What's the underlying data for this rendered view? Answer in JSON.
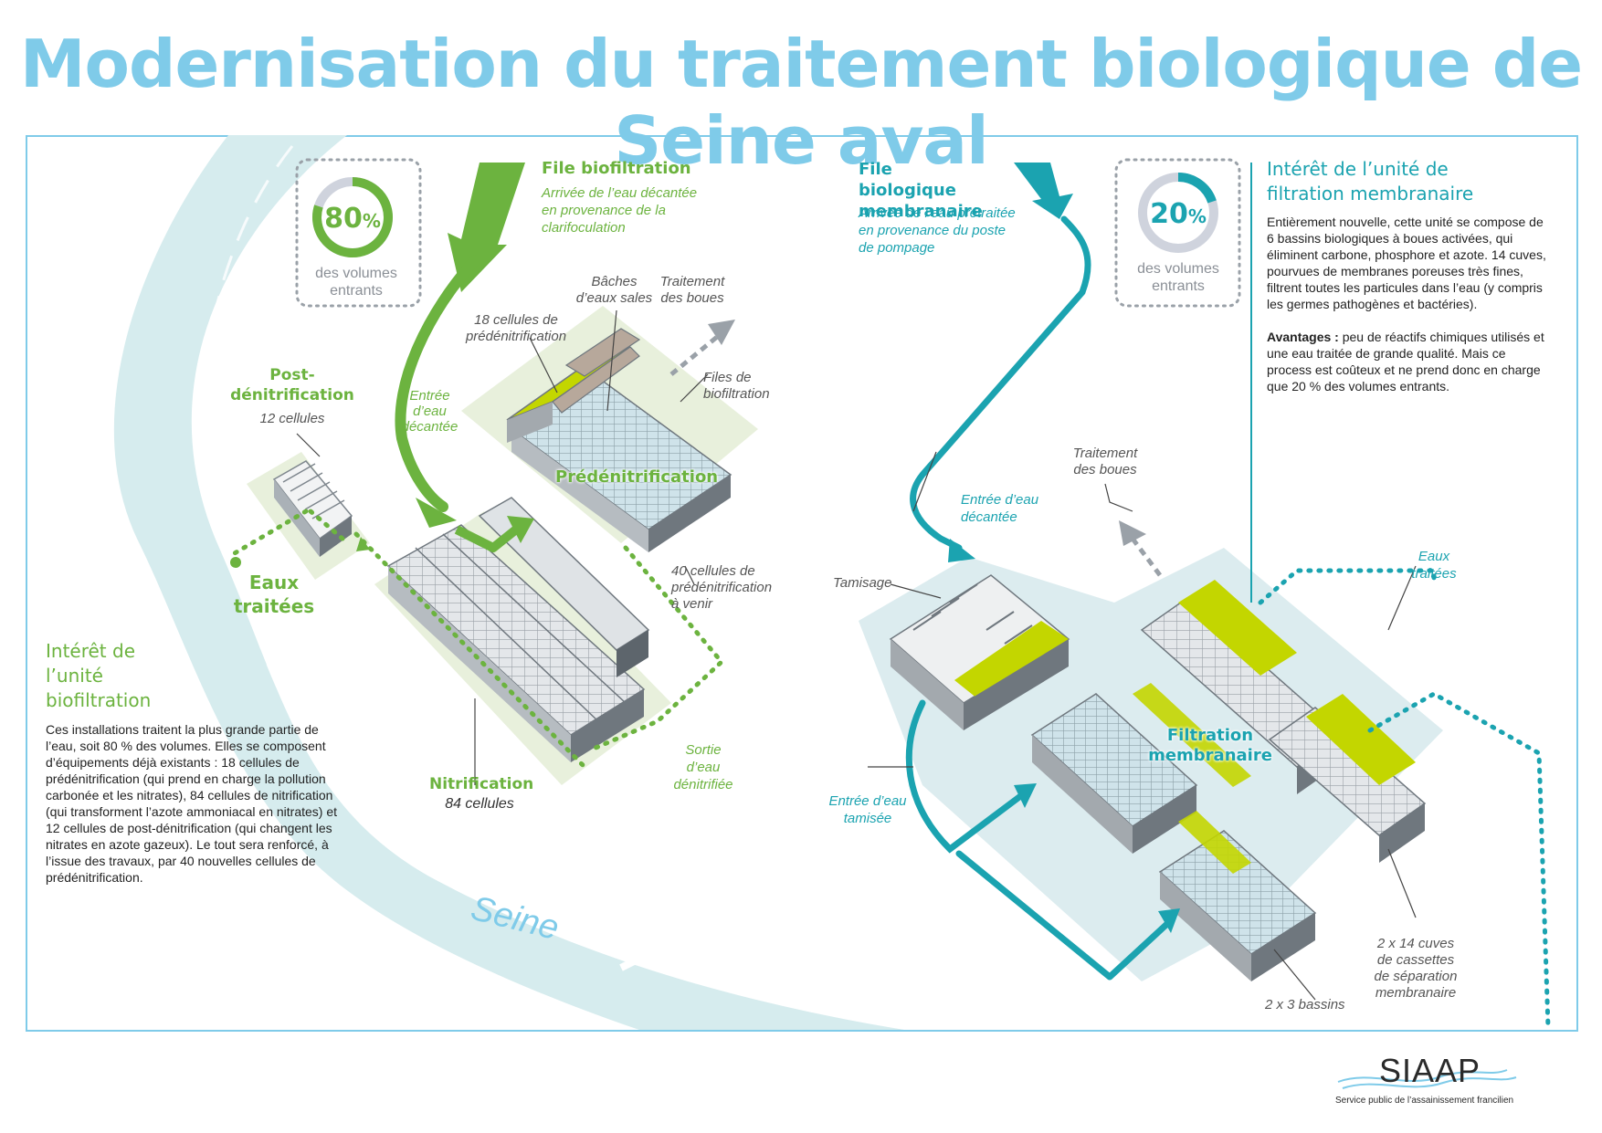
{
  "title": "Modernisation du traitement biologique de Seine aval",
  "colors": {
    "green": "#6cb33f",
    "teal": "#1ba3b0",
    "lightblue": "#7fcbe9",
    "lime": "#c3d600"
  },
  "left": {
    "ring": {
      "value": "80",
      "unit": "%",
      "fraction": 0.8,
      "caption": "des volumes entrants"
    },
    "flow_title": "File biofiltration",
    "flow_subtitle": "Arrivée de l’eau décantée en provenance de la clarifoculation",
    "post_title": "Post-dénitrification",
    "post_sub": "12 cellules",
    "eaux_traitees": "Eaux traitées",
    "entree": "Entrée d’eau décantée",
    "label_18": "18 cellules de prédénitrification",
    "label_baches": "Bâches d’eaux sales",
    "label_traitement": "Traitement des boues",
    "label_files": "Files de biofiltration",
    "predenitrification": "Prédénitrification",
    "label_40": "40 cellules de prédénitrification à venir",
    "sortie": "Sortie d’eau dénitrifiée",
    "nitrification": "Nitrification",
    "nitrification_sub": "84 cellules",
    "interet_title": "Intérêt de l’unité biofiltration",
    "interet_body": "Ces installations traitent la plus grande partie de l’eau, soit 80 % des volumes. Elles se composent d’équipements déjà existants : 18 cellules de prédénitrification (qui prend en charge la pollution carbonée et les nitrates), 84 cellules de nitrification (qui transforment l’azote ammoniacal en nitrates) et 12 cellules de post-dénitrification (qui changent les nitrates en azote gazeux). Le tout sera renforcé, à l’issue des travaux, par 40 nouvelles cellules de prédénitrification.",
    "river": "Seine"
  },
  "right": {
    "ring": {
      "value": "20",
      "unit": "%",
      "fraction": 0.2,
      "caption": "des volumes entrants"
    },
    "flow_title": "File biologique membranaire",
    "flow_subtitle": "Arrivée de l’eau prétraitée en provenance du poste de pompage",
    "interet_title": "Intérêt de l’unité de filtration membranaire",
    "interet_body": "Entièrement nouvelle, cette unité se compose de 6 bassins biologiques à boues activées, qui éliminent carbone, phosphore et azote. 14 cuves, pourvues de membranes poreuses très fines, filtrent toutes les particules dans l’eau (y compris les germes pathogènes et bactéries).",
    "avantages_label": "Avantages :",
    "avantages_body": "peu de réactifs chimiques utilisés et une eau traitée de grande qualité. Mais ce process est coûteux et ne prend donc en charge que 20 % des volumes entrants.",
    "label_traitement": "Traitement des boues",
    "entree": "Entrée d’eau décantée",
    "eaux_traitees": "Eaux traitées",
    "tamisage": "Tamisage",
    "filtration": "Filtration membranaire",
    "entree_tamisee": "Entrée d’eau tamisée",
    "label_bassins": "2 x 3 bassins",
    "label_cuves": "2 x 14 cuves de cassettes de séparation membranaire"
  },
  "logo": {
    "name": "SIAAP",
    "tagline": "Service public de l’assainissement francilien"
  }
}
